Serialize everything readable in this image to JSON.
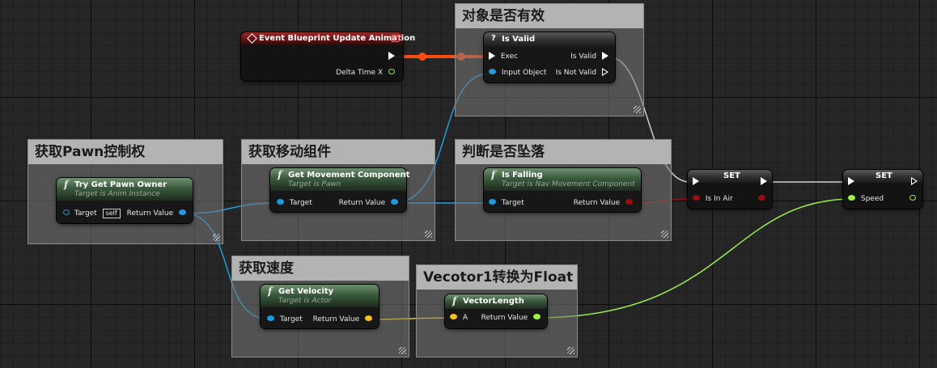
{
  "comments": {
    "valid": "对象是否有效",
    "pawn": "获取Pawn控制权",
    "movement": "获取移动组件",
    "falling": "判断是否坠落",
    "velocity": "获取速度",
    "convert": "Vecotor1转换为Float"
  },
  "nodes": {
    "event": {
      "title": "Event Blueprint Update Animation",
      "delta": "Delta Time X"
    },
    "isvalid": {
      "title": "Is Valid",
      "exec": "Exec",
      "input": "Input Object",
      "valid": "Is Valid",
      "notvalid": "Is Not Valid"
    },
    "pawnowner": {
      "title": "Try Get Pawn Owner",
      "sub": "Target is Anim Instance",
      "target": "Target",
      "self": "self",
      "ret": "Return Value"
    },
    "movement": {
      "title": "Get Movement Component",
      "sub": "Target is Pawn",
      "target": "Target",
      "ret": "Return Value"
    },
    "isfalling": {
      "title": "Is Falling",
      "sub": "Target is Nav Movement Component",
      "target": "Target",
      "ret": "Return Value"
    },
    "set1": {
      "title": "SET",
      "pin": "Is In Air"
    },
    "set2": {
      "title": "SET",
      "pin": "Speed"
    },
    "velocity": {
      "title": "Get Velocity",
      "sub": "Target is Actor",
      "target": "Target",
      "ret": "Return Value"
    },
    "vlength": {
      "title": "VectorLength",
      "a": "A",
      "ret": "Return Value"
    }
  },
  "colors": {
    "object_pin": "#1e9be0",
    "bool_pin": "#9c0e0e",
    "float_pin": "#9cf04a",
    "vector_pin": "#f4c21a",
    "exec_active": "#ff4d12"
  }
}
